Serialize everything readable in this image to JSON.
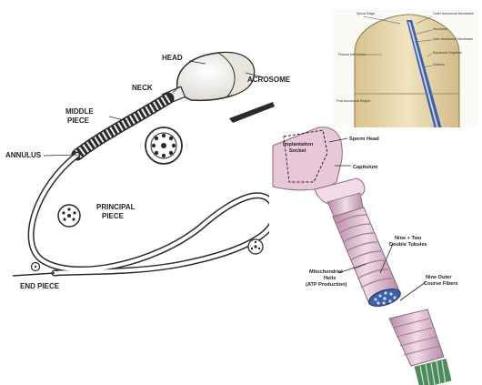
{
  "left_diagram": {
    "labels": {
      "head": "HEAD",
      "neck": "NECK",
      "acrosome": "ACROSOME",
      "middle_piece_1": "MIDDLE",
      "middle_piece_2": "PIECE",
      "annulus": "ANNULUS",
      "principal_piece_1": "PRINCIPAL",
      "principal_piece_2": "PIECE",
      "end_piece": "END PIECE"
    }
  },
  "top_right_diagram": {
    "labels": {
      "spinal_ridge": "Spinal Ridge",
      "outer_acrosomal": "Outer Acrosomal Membrane",
      "acrosome": "Acrosome",
      "inner_acrosomal": "Inner Acrosomal Membrane",
      "equatorial": "Equatorial Segment",
      "plasma": "Plasma Membrane",
      "nucleus": "Nucleus",
      "post_acrosomal": "Post Acrosomal Region"
    }
  },
  "bottom_right_diagram": {
    "labels": {
      "implantation_1": "Implantation",
      "implantation_2": "Socket",
      "sperm_head": "Sperm Head",
      "capitulum": "Capitulum",
      "nine_two_1": "Nine + Two",
      "nine_two_2": "Double Tubules",
      "mito_1": "Mitochondrial",
      "mito_2": "Helix",
      "mito_3": "(ATP Production)",
      "outer_1": "Nine Outer",
      "outer_2": "Course Fibers"
    }
  },
  "colors": {
    "outline": "#2b2b2b",
    "head_fill": "#f3efe9",
    "pink": "#e8c8d8",
    "pink_dark": "#b58aa6",
    "tan": "#e6d4a6",
    "blue": "#3f5fa8",
    "green": "#4f8a5c"
  }
}
